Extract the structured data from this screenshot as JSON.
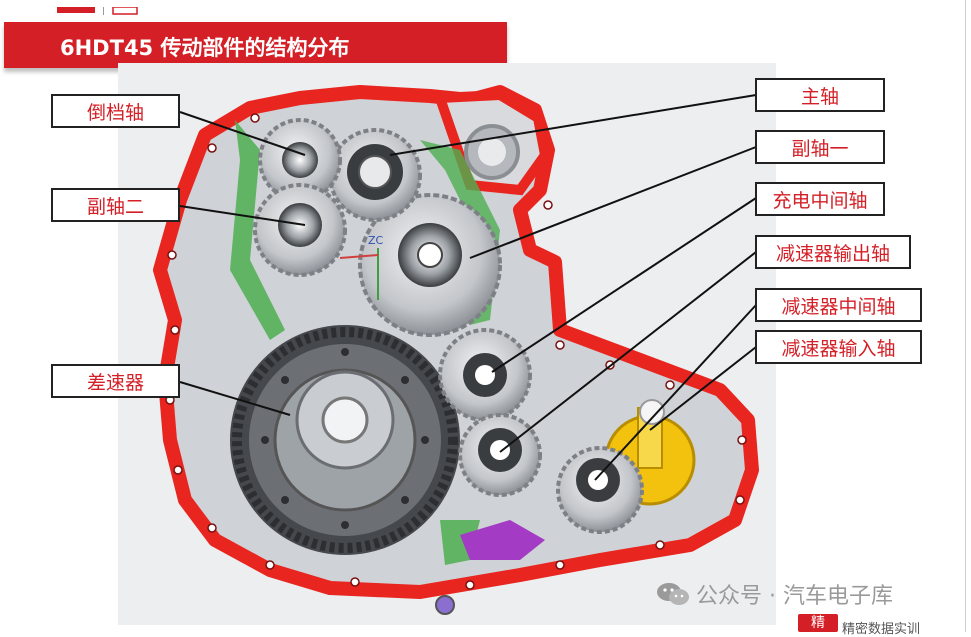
{
  "title": "6HDT45 传动部件的结构分布",
  "labels": {
    "reverse_shaft": "倒档轴",
    "countershaft_2": "副轴二",
    "differential": "差速器",
    "main_shaft": "主轴",
    "countershaft_1": "副轴一",
    "charging_intermediate_shaft": "充电中间轴",
    "reducer_output_shaft": "减速器输出轴",
    "reducer_intermediate_shaft": "减速器中间轴",
    "reducer_input_shaft": "减速器输入轴"
  },
  "axis_marker": "ZC",
  "watermark": "公众号 · 汽车电子库",
  "corner": {
    "logo": "精",
    "text": "精密数据实训"
  },
  "colors": {
    "accent": "#d41f26",
    "housing": "#e8261f",
    "gear": "#b9bcc0",
    "yellow_gear": "#f2c20f"
  }
}
